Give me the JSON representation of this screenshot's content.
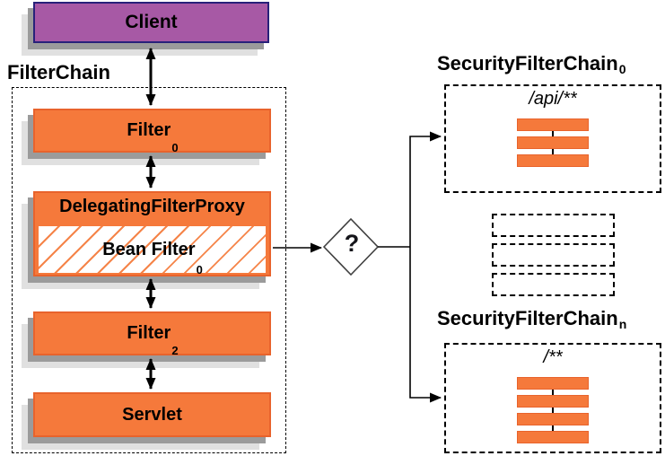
{
  "colors": {
    "box_orange": "#F5793B",
    "box_orange_border": "#E8632C",
    "client_purple": "#A759A5",
    "client_border": "#28217A",
    "shadow_dark": "#9B9B9B",
    "shadow_light": "#E0E0E0",
    "hatch_orange": "#F58449"
  },
  "client": {
    "label": "Client"
  },
  "filter_chain": {
    "label": "FilterChain",
    "filter0": {
      "label": "Filter",
      "sub": "0"
    },
    "delegating_filter_proxy": {
      "label": "DelegatingFilterProxy"
    },
    "bean_filter": {
      "label": "Bean Filter",
      "sub": "0"
    },
    "filter2": {
      "label": "Filter",
      "sub": "2"
    },
    "servlet": {
      "label": "Servlet"
    }
  },
  "decision": {
    "label": "?"
  },
  "security_filter_chain_0": {
    "title": "SecurityFilterChain",
    "sub": "0",
    "url_pattern": "/api/**",
    "filter_count": 3
  },
  "placeholder_chains": {
    "count": 3
  },
  "security_filter_chain_n": {
    "title": "SecurityFilterChain",
    "sub": "n",
    "url_pattern": "/**",
    "filter_count": 4
  }
}
